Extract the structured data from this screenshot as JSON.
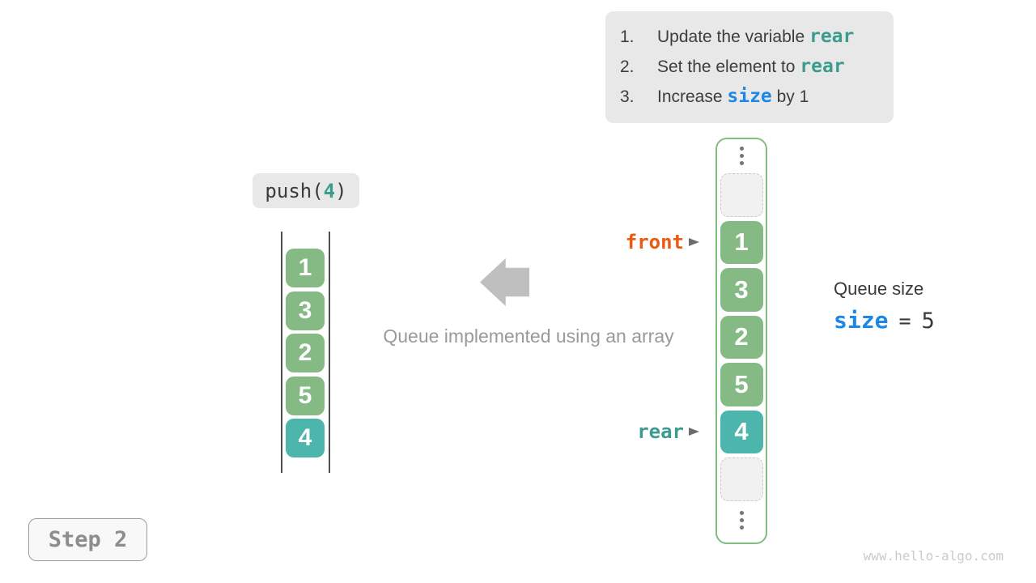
{
  "instructions": {
    "items": [
      {
        "number": "1.",
        "prefix": "Update the variable ",
        "keyword": "rear",
        "suffix": "",
        "keyword_style": "teal"
      },
      {
        "number": "2.",
        "prefix": "Set the element to ",
        "keyword": "rear",
        "suffix": "",
        "keyword_style": "teal"
      },
      {
        "number": "3.",
        "prefix": "Increase ",
        "keyword": "size",
        "suffix": " by 1",
        "keyword_style": "blue"
      }
    ]
  },
  "operation": {
    "prefix": "push(",
    "argument": "4",
    "suffix": ")"
  },
  "abstract_queue": {
    "values": [
      "1",
      "3",
      "2",
      "5",
      "4"
    ],
    "highlight_index": 4
  },
  "caption": "Queue implemented using an array",
  "array_queue": {
    "cells": [
      {
        "type": "ellipsis"
      },
      {
        "type": "empty"
      },
      {
        "type": "value",
        "value": "1",
        "pointer": "front"
      },
      {
        "type": "value",
        "value": "3"
      },
      {
        "type": "value",
        "value": "2"
      },
      {
        "type": "value",
        "value": "5"
      },
      {
        "type": "value",
        "value": "4",
        "highlighted": true,
        "pointer": "rear"
      },
      {
        "type": "empty"
      },
      {
        "type": "ellipsis"
      }
    ],
    "front_label": "front",
    "rear_label": "rear"
  },
  "queue_size": {
    "title": "Queue size",
    "variable": "size",
    "equals": "=",
    "value": "5"
  },
  "step": {
    "label": "Step 2"
  },
  "watermark": "www.hello-algo.com",
  "colors": {
    "cell_green": "#85ba85",
    "cell_teal": "#4db6ac",
    "keyword_teal": "#3b9c8d",
    "keyword_blue": "#1c87e5",
    "front_orange": "#ec5910",
    "container_green": "#80be82"
  }
}
